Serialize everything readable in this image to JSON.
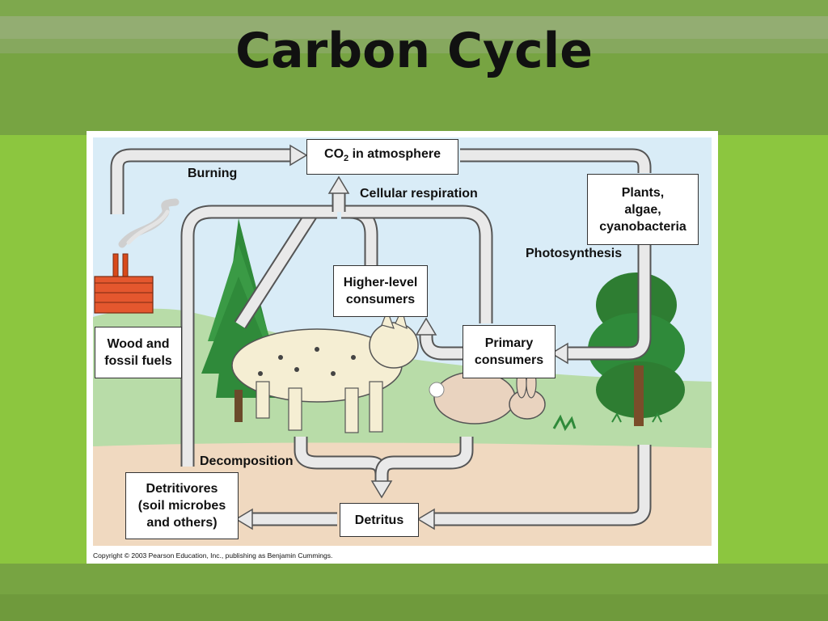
{
  "title": "Carbon Cycle",
  "diagram": {
    "nodes": {
      "co2_prefix": "CO",
      "co2_sub": "2",
      "co2_suffix": " in atmosphere",
      "plants": "Plants,\nalgae,\ncyanobacteria",
      "higher_consumers": "Higher-level\nconsumers",
      "primary_consumers": "Primary\nconsumers",
      "wood_fuels": "Wood and\nfossil fuels",
      "detritivores": "Detritivores\n(soil microbes\nand others)",
      "detritus": "Detritus"
    },
    "process_labels": {
      "burning": "Burning",
      "cellular_respiration": "Cellular respiration",
      "photosynthesis": "Photosynthesis",
      "decomposition": "Decomposition"
    },
    "copyright": "Copyright © 2003 Pearson Education, Inc., publishing as Benjamin Cummings.",
    "colors": {
      "sky": "#d9ecf7",
      "grass": "#b8dca8",
      "soil": "#f0d9c0",
      "arrow_fill": "#e9e9e9",
      "arrow_stroke": "#555555",
      "tree": "#2f8a3a"
    }
  }
}
